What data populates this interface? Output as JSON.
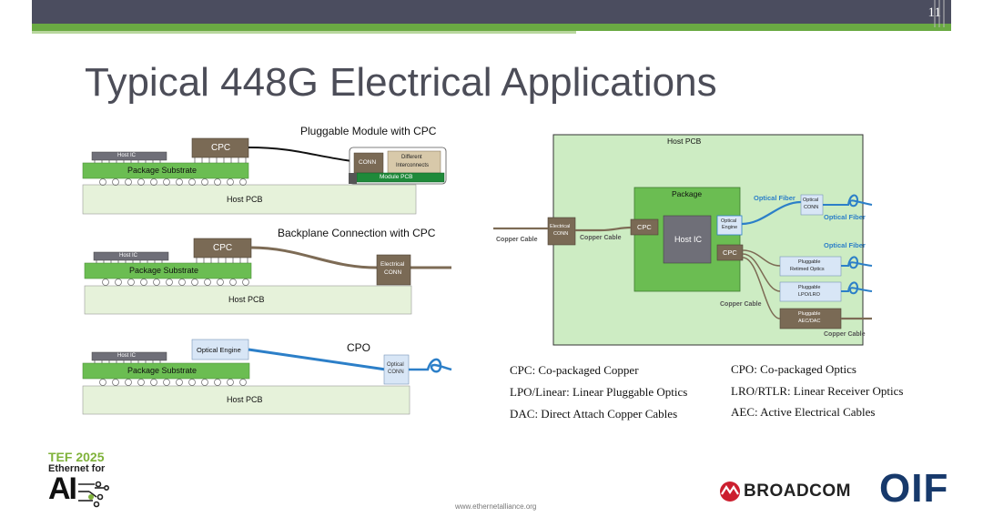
{
  "slide": {
    "number": "11",
    "title": "Typical 448G Electrical Applications",
    "footer_url": "www.ethernetalliance.org"
  },
  "left_diagrams": {
    "pluggable": {
      "heading": "Pluggable Module with CPC",
      "host_ic": "Host IC",
      "cpc": "CPC",
      "package_substrate": "Package Substrate",
      "host_pcb": "Host PCB",
      "conn": "CONN",
      "different_interconnects_1": "Different",
      "different_interconnects_2": "Interconnects",
      "module_pcb": "Module PCB"
    },
    "backplane": {
      "heading": "Backplane Connection with CPC",
      "host_ic": "Host IC",
      "cpc": "CPC",
      "package_substrate": "Package Substrate",
      "host_pcb": "Host PCB",
      "electrical_conn_1": "Electrical",
      "electrical_conn_2": "CONN"
    },
    "cpo": {
      "heading": "CPO",
      "host_ic": "Host IC",
      "optical_engine": "Optical Engine",
      "package_substrate": "Package Substrate",
      "host_pcb": "Host PCB",
      "optical_conn_1": "Optical",
      "optical_conn_2": "CONN"
    }
  },
  "right_diagram": {
    "host_pcb": "Host PCB",
    "package": "Package",
    "host_ic": "Host IC",
    "cpc_left": "CPC",
    "cpc_right": "CPC",
    "optical_engine_1": "Optical",
    "optical_engine_2": "Engine",
    "electrical_conn_1": "Electrical",
    "electrical_conn_2": "CONN",
    "copper_cable_outer": "Copper Cable",
    "copper_cable_inner": "Copper Cable",
    "copper_cable_lower": "Copper Cable",
    "copper_cable_right": "Copper Cable",
    "optical_fiber_1": "Optical Fiber",
    "optical_fiber_2": "Optical Fiber",
    "optical_fiber_3": "Optical Fiber",
    "optical_conn_1": "Optical",
    "optical_conn_2": "CONN",
    "pluggable_retimed_1": "Pluggable",
    "pluggable_retimed_2": "Retimed Optics",
    "pluggable_lpo_1": "Pluggable",
    "pluggable_lpo_2": "LPO/LRO",
    "pluggable_aec_1": "Pluggable",
    "pluggable_aec_2": "AEC/DAC"
  },
  "legend": {
    "cpc": "CPC: Co-packaged Copper",
    "lpo": "LPO/Linear: Linear Pluggable Optics",
    "dac": "DAC: Direct Attach Copper Cables",
    "cpo": "CPO: Co-packaged Optics",
    "lro": "LRO/RTLR: Linear Receiver Optics",
    "aec": "AEC: Active Electrical Cables"
  },
  "logos": {
    "tef_line1": "TEF 2025",
    "tef_line2": "Ethernet for",
    "tef_ai": "AI",
    "broadcom": "BROADCOM",
    "oif": "OIF"
  },
  "colors": {
    "topbar": "#4b4d5f",
    "green_bar": "#6aaa43",
    "package_green": "#6bbd52",
    "host_pcb_green": "#e6f2da",
    "right_pcb_green": "#cdecc3",
    "cpc_brown": "#7a6a55",
    "optical_blue": "#d8e6f6",
    "fiber_blue": "#2c7fc8",
    "copper_cable": "#7d6b55"
  }
}
